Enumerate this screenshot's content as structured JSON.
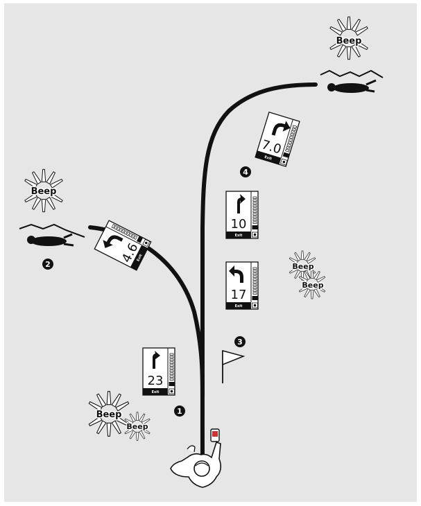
{
  "beeps": {
    "top_right": "Beep",
    "left": "Beep",
    "middle_right_a": "Beep",
    "middle_right_b": "Beep",
    "bottom_left_a": "Beep",
    "bottom_left_b": "Beep"
  },
  "screens": {
    "s1": {
      "distance": "23",
      "exit": "Exit",
      "arrow": "straight-right-icon"
    },
    "s2": {
      "distance": "4.6",
      "exit": "Exit",
      "arrow": "left-turn-icon"
    },
    "s3": {
      "distance": "17",
      "exit": "Exit",
      "arrow": "left-turn-icon"
    },
    "s4": {
      "distance": "10",
      "exit": "Exit",
      "arrow": "straight-right-icon"
    },
    "s5": {
      "distance": "7.0",
      "exit": "Exit",
      "arrow": "right-turn-icon"
    }
  },
  "markers": {
    "m1": "1",
    "m2": "2",
    "m3": "3",
    "m4": "4"
  },
  "colors": {
    "background": "#e6e6e6",
    "path": "#111111",
    "screen": "#ffffff",
    "bar": "#111111"
  }
}
